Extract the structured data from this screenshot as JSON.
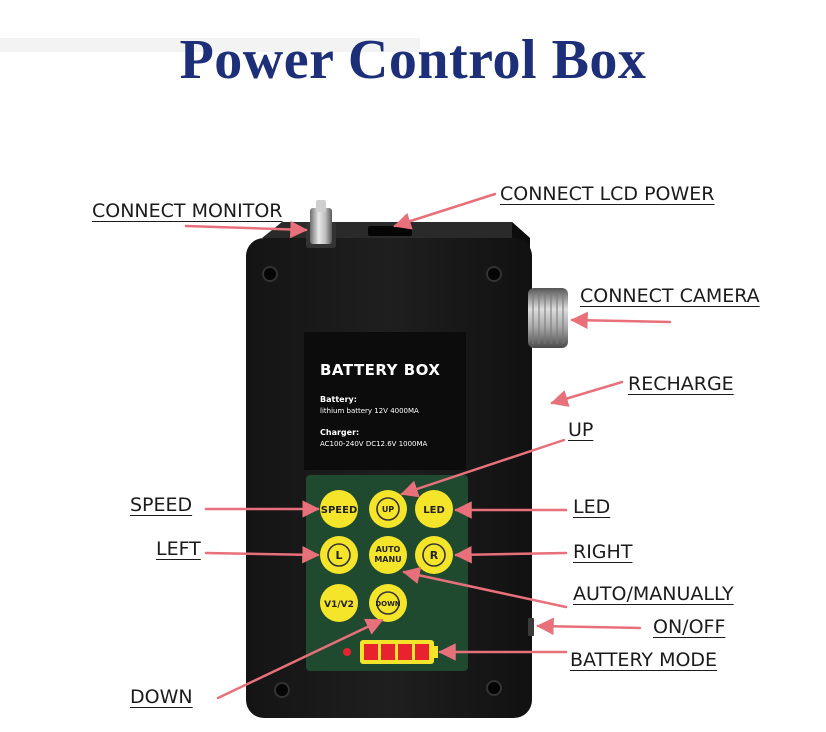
{
  "title": "Power Control Box",
  "panel": {
    "heading": "BATTERY BOX",
    "battery_label": "Battery:",
    "battery_value": "lithium battery  12V 4000MA",
    "charger_label": "Charger:",
    "charger_value": "AC100-240V DC12.6V 1000MA"
  },
  "buttons": {
    "speed": "SPEED",
    "up": "UP",
    "led": "LED",
    "left": "L",
    "auto_line1": "AUTO",
    "auto_line2": "MANU",
    "right": "R",
    "v1v2": "V1/V2",
    "down": "DOWN"
  },
  "callouts": {
    "connect_monitor": "CONNECT MONITOR",
    "connect_lcd_power": "CONNECT LCD POWER",
    "connect_camera": "CONNECT CAMERA",
    "recharge": "RECHARGE",
    "up": "UP",
    "speed": "SPEED",
    "led": "LED",
    "left": "LEFT",
    "right": "RIGHT",
    "auto_manually": "AUTO/MANUALLY",
    "on_off": "ON/OFF",
    "battery_mode": "BATTERY MODE",
    "down": "DOWN"
  },
  "colors": {
    "title": "#1c2f78",
    "arrow": "#e8707a",
    "button": "#f5e52a",
    "panel_green": "#1f4a30",
    "battery_cell": "#e8232d",
    "box_body": "#1a1a1a"
  }
}
